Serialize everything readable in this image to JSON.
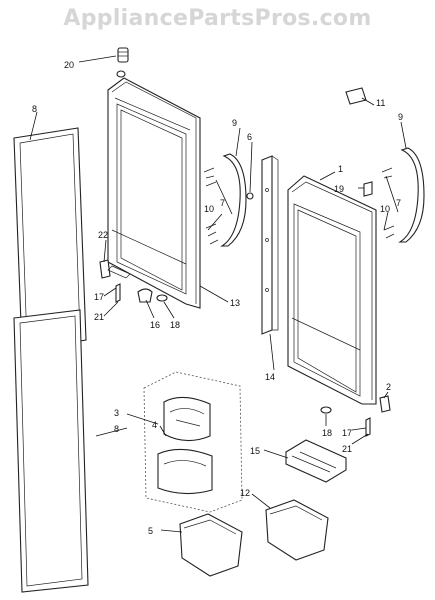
{
  "watermark": "AppliancePartsPros.com",
  "callouts": {
    "c1": "1",
    "c2": "2",
    "c3": "3",
    "c4": "4",
    "c5": "5",
    "c6": "6",
    "c7a": "7",
    "c7b": "7",
    "c8a": "8",
    "c8b": "8",
    "c9a": "9",
    "c9b": "9",
    "c10a": "10",
    "c10b": "10",
    "c11": "11",
    "c12": "12",
    "c13": "13",
    "c14": "14",
    "c15": "15",
    "c16": "16",
    "c17a": "17",
    "c17b": "17",
    "c18a": "18",
    "c18b": "18",
    "c19": "19",
    "c20": "20",
    "c21a": "21",
    "c21b": "21",
    "c22": "22"
  }
}
